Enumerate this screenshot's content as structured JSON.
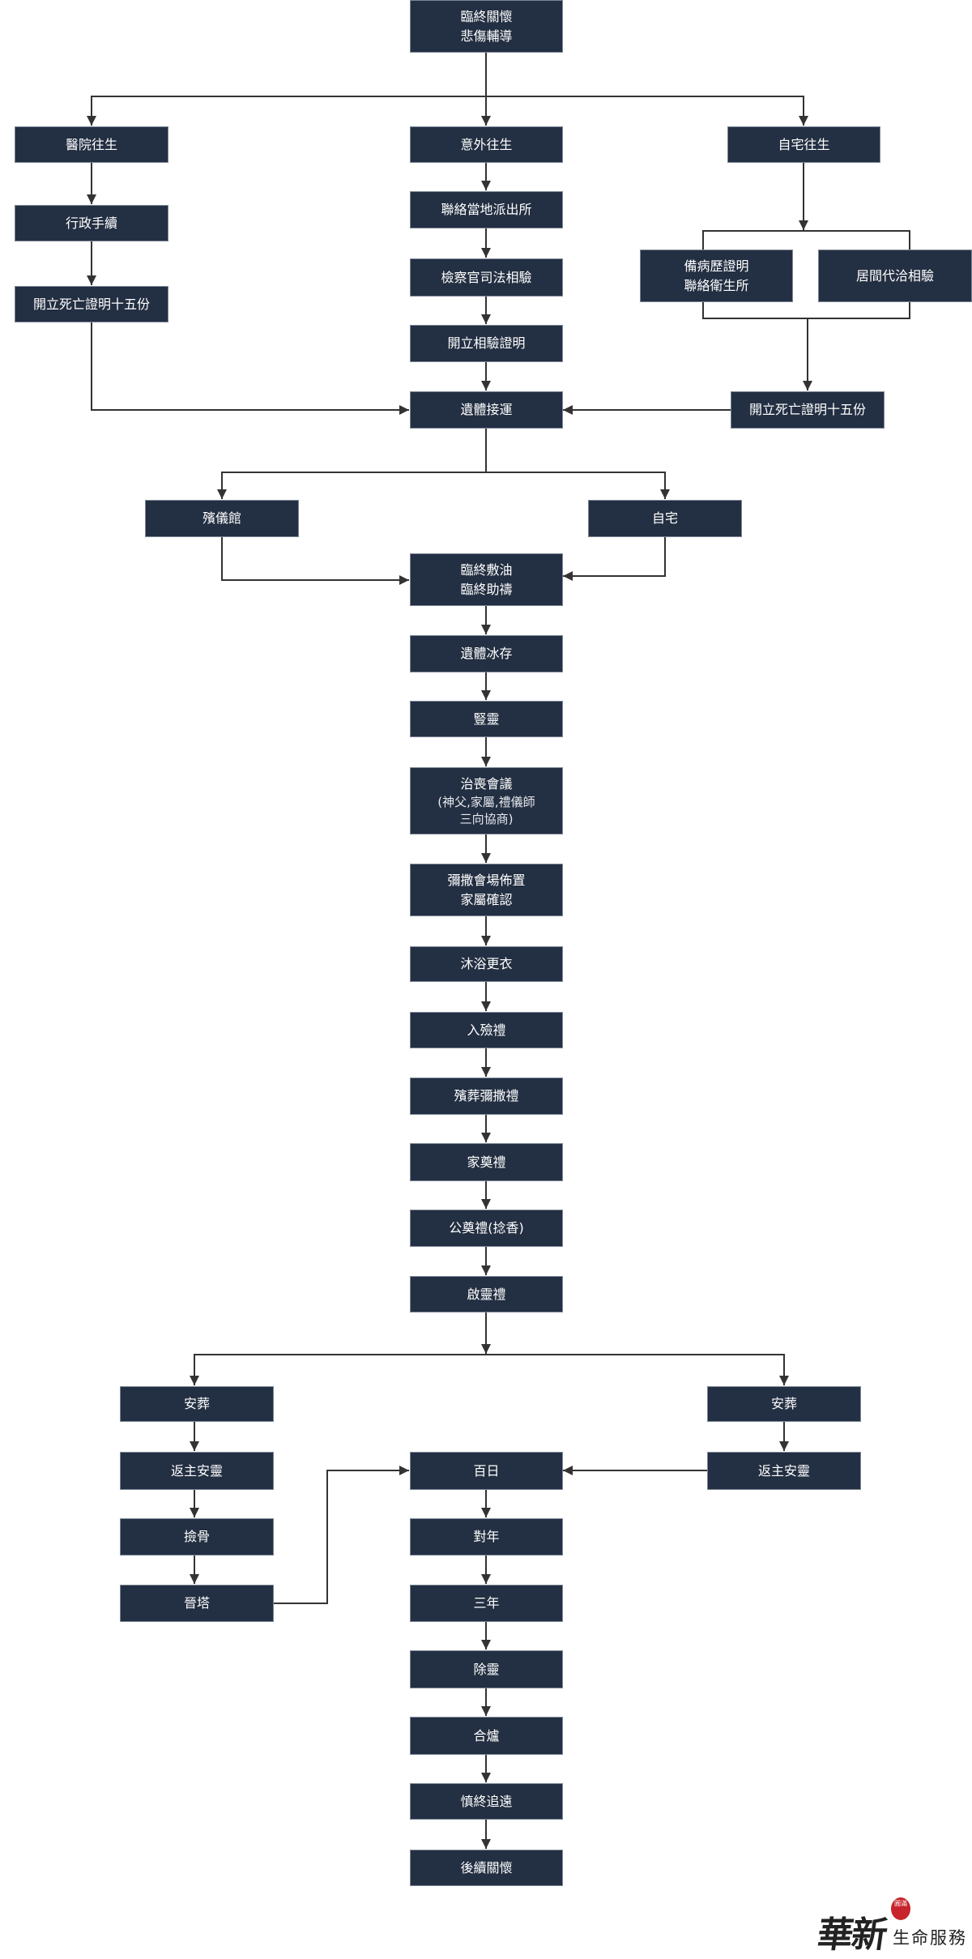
{
  "nodes": {
    "care": [
      "臨終關懷",
      "悲傷輔導"
    ],
    "hospital": "醫院往生",
    "accident": "意外往生",
    "home_death": "自宅往生",
    "admin": "行政手續",
    "police": "聯絡當地派出所",
    "prosecutor": "檢察官司法相驗",
    "death_cert_left": "開立死亡證明十五份",
    "records": [
      "備病歷證明",
      "聯絡衛生所"
    ],
    "arrange_exam": "居間代洽相驗",
    "exam_cert": "開立相驗證明",
    "transport": "遺體接運",
    "death_cert_right": "開立死亡證明十五份",
    "funeral_home": "殯儀館",
    "home": "自宅",
    "anoint": [
      "臨終敷油",
      "臨終助禱"
    ],
    "refrigerate": "遺體冰存",
    "altar": "豎靈",
    "meeting": [
      "治喪會議",
      "(神父,家屬,禮儀師",
      "三向協商)"
    ],
    "mass_setup": [
      "彌撒會場佈置",
      "家屬確認"
    ],
    "bathe": "沐浴更衣",
    "encoffin": "入殮禮",
    "funeral_mass": "殯葬彌撒禮",
    "family_rite": "家奠禮",
    "public_rite": "公奠禮(捻香)",
    "departure": "啟靈禮",
    "burial_left": "安葬",
    "burial_right": "安葬",
    "return_left": "返主安靈",
    "return_right": "返主安靈",
    "hundred_days": "百日",
    "bone_collect": "撿骨",
    "columbarium": "晉塔",
    "first_year": "對年",
    "third_year": "三年",
    "remove_altar": "除靈",
    "merge_censer": "合爐",
    "remembrance": "慎終追遠",
    "followup": "後續關懷"
  },
  "logo": {
    "brand": "華新",
    "tagline": "生命服務",
    "seal": "圓滿"
  },
  "colors": {
    "box": "#232f42",
    "line": "#333333"
  }
}
